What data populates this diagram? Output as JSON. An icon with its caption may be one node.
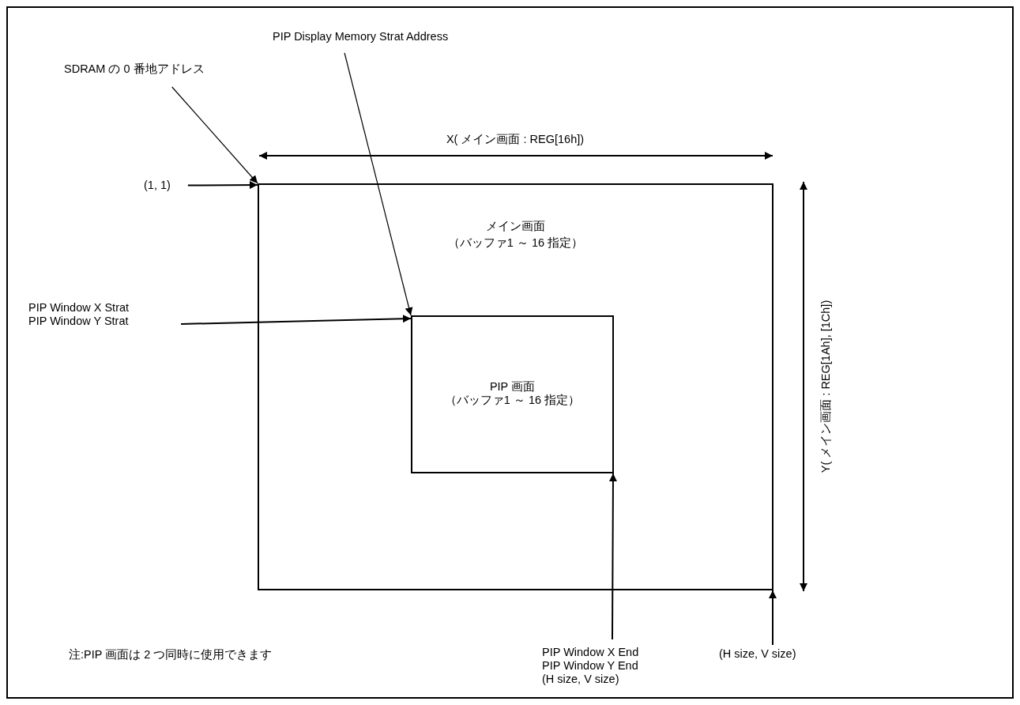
{
  "diagram": {
    "nodes": [
      {
        "text": [
          "SDRAM の 0 番地アドレス"
        ]
      },
      {
        "text": [
          "PIP Display Memory Strat Address"
        ]
      },
      {
        "text": [
          "(1, 1)"
        ]
      },
      {
        "text": [
          "メイン画面",
          "（バッファ1 ～ 16 指定）"
        ]
      },
      {
        "text": [
          "PIP 画面",
          "（バッファ1 ～ 16 指定）"
        ],
        "in": 3
      },
      {
        "text": [
          "PIP Window X Strat",
          "PIP Window Y Strat"
        ]
      },
      {
        "text": [
          "PIP Window X End",
          "PIP Window Y End",
          "(H size, V size)"
        ]
      },
      {
        "text": [
          "(H size, V size)"
        ]
      }
    ],
    "edges": [
      {
        "from": 0,
        "to": 3,
        "arrow": "to"
      },
      {
        "from": 1,
        "to": 4,
        "arrow": "to"
      },
      {
        "from": 2,
        "to": 3,
        "arrow": "to"
      },
      {
        "from": 5,
        "to": 4,
        "arrow": "to"
      },
      {
        "from": 6,
        "to": 4,
        "arrow": "to"
      },
      {
        "from": 7,
        "to": 3,
        "arrow": "to"
      }
    ],
    "labels": [
      "X( メイン画面 : REG[16h])",
      "Y( メイン画面 : REG[1Ah], [1Ch])",
      "注:PIP 画面は 2 つ同時に使用できます"
    ]
  }
}
